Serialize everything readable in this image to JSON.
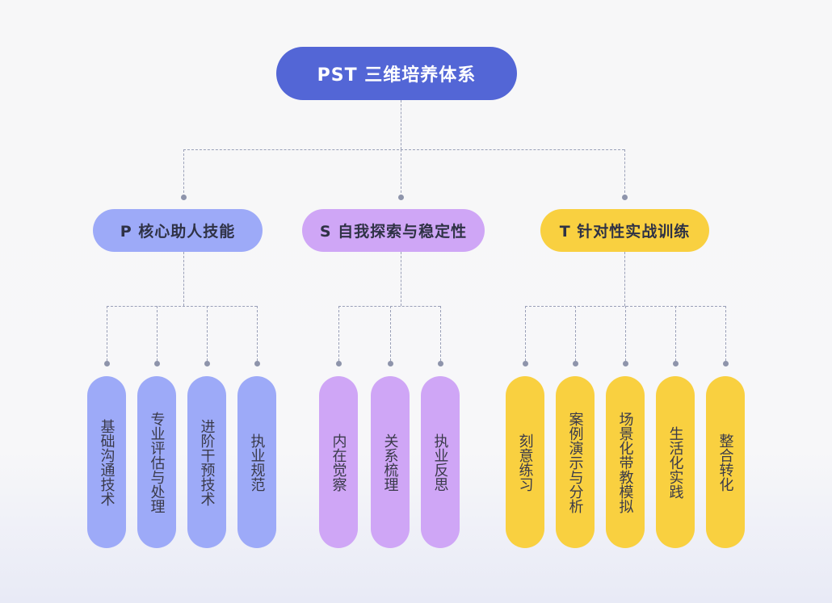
{
  "title": "PST 三维培养体系",
  "colors": {
    "root": "#5366d6",
    "P": "#9daaf8",
    "S": "#cfa6f6",
    "T": "#f9d040",
    "connector": "#9aa0b8",
    "dot": "#8e94ab"
  },
  "root": {
    "label": "PST 三维培养体系"
  },
  "categories": [
    {
      "key": "P",
      "label": "P 核心助人技能",
      "children": [
        "基础沟通技术",
        "专业评估与处理",
        "进阶干预技术",
        "执业规范"
      ]
    },
    {
      "key": "S",
      "label": "S 自我探索与稳定性",
      "children": [
        "内在觉察",
        "关系梳理",
        "执业反思"
      ]
    },
    {
      "key": "T",
      "label": "T 针对性实战训练",
      "children": [
        "刻意练习",
        "案例演示与分析",
        "场景化带教模拟",
        "生活化实践",
        "整合转化"
      ]
    }
  ]
}
